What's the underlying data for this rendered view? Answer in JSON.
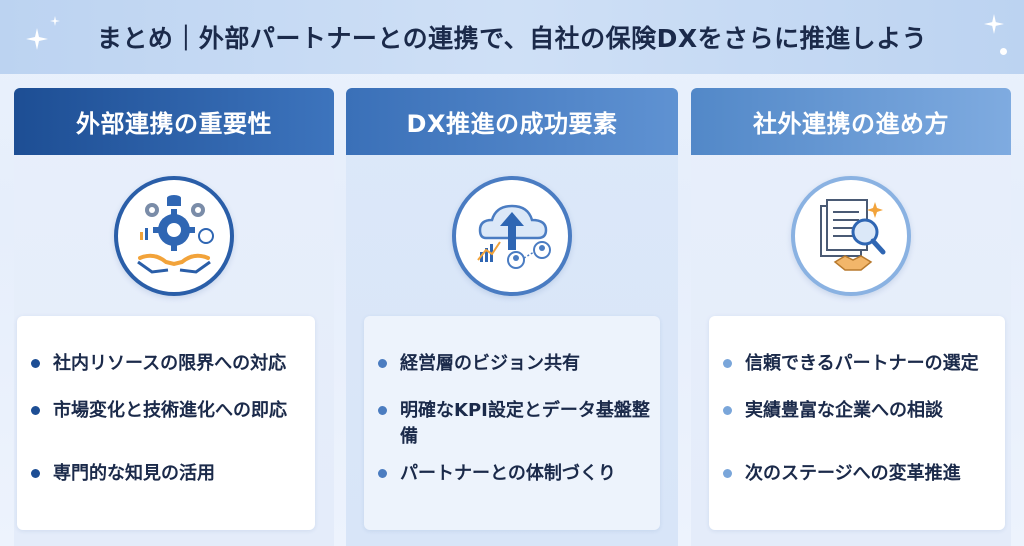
{
  "banner": {
    "title": "まとめ｜外部パートナーとの連携で、自社の保険DXをさらに推進しよう"
  },
  "colors": {
    "banner_bg": "#c4d8f3",
    "header_dark": "#1d4e94",
    "header_mid": "#3a70b8",
    "header_light": "#5288c8",
    "text": "#1b2a4a"
  },
  "panels": [
    {
      "title": "外部連携の重要性",
      "icon": "gears-hands-icon",
      "items": [
        "社内リソースの限界への対応",
        "市場変化と技術進化への即応",
        "専門的な知見の活用"
      ]
    },
    {
      "title": "DX推進の成功要素",
      "icon": "cloud-upload-chart-icon",
      "items": [
        "経営層のビジョン共有",
        "明確なKPI設定とデータ基盤整備",
        "パートナーとの体制づくり"
      ]
    },
    {
      "title": "社外連携の進め方",
      "icon": "documents-handshake-icon",
      "items": [
        "信頼できるパートナーの選定",
        "実績豊富な企業への相談",
        "次のステージへの変革推進"
      ]
    }
  ]
}
